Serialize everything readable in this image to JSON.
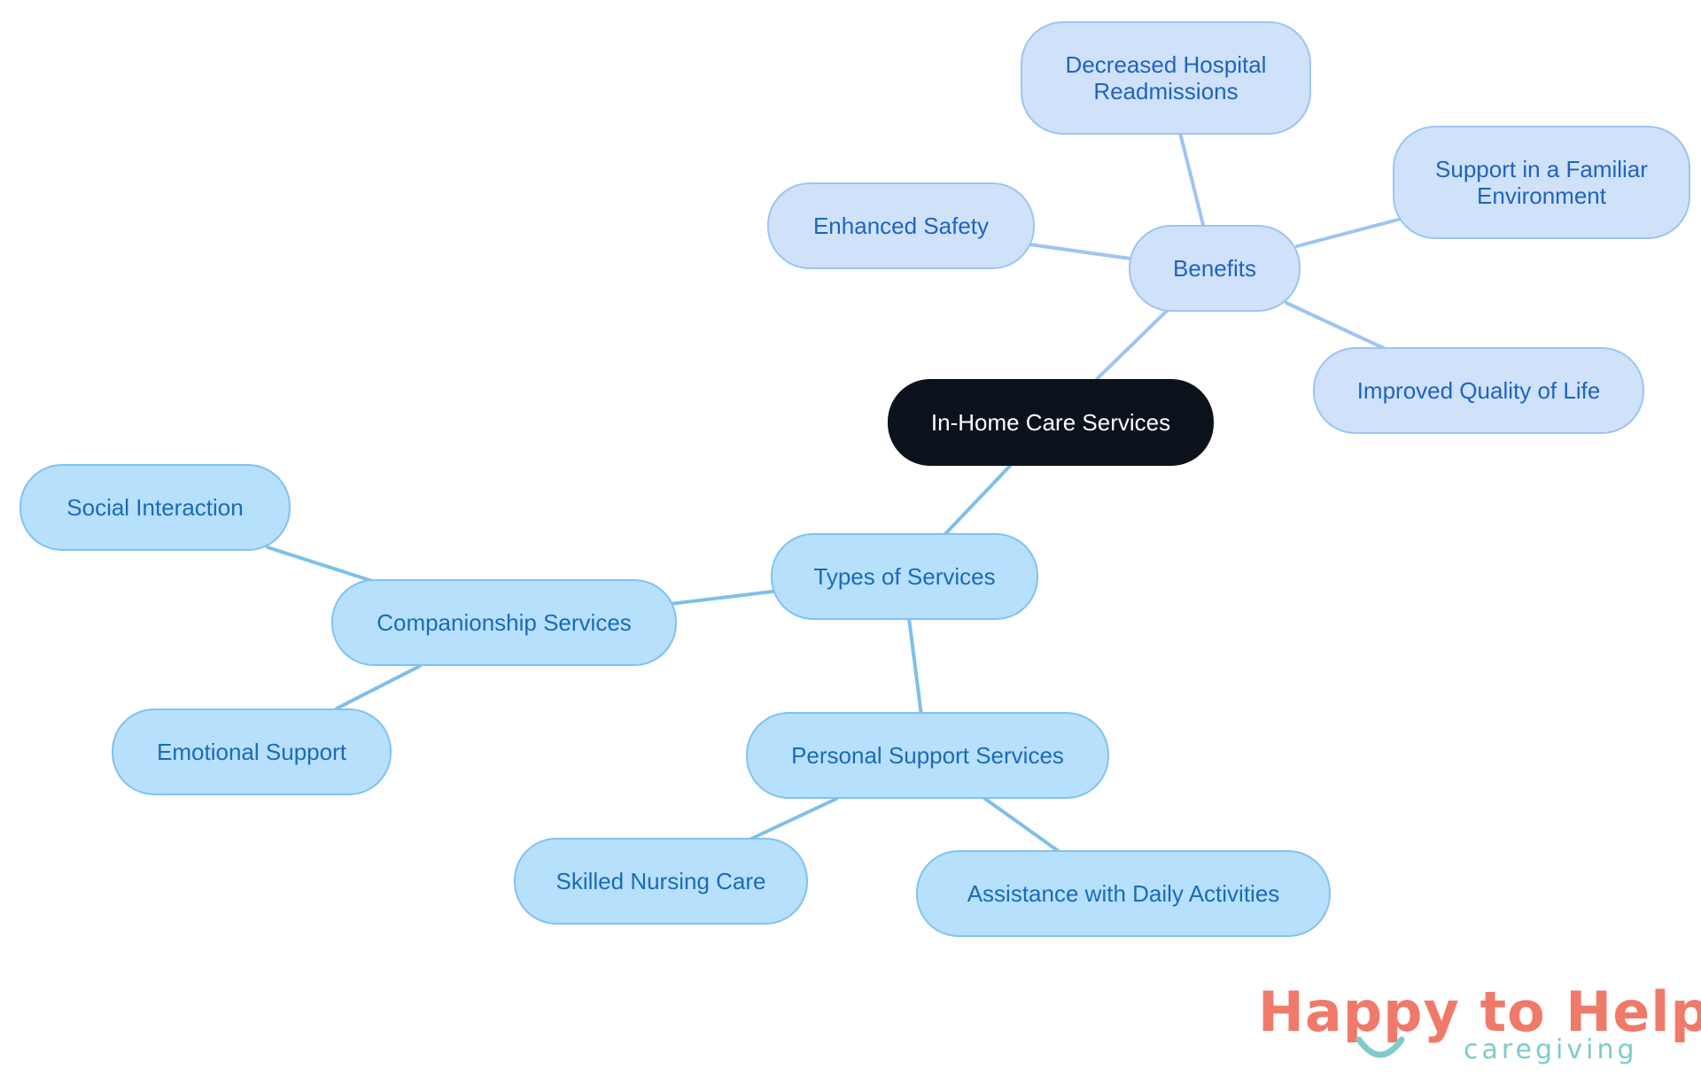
{
  "diagram": {
    "root": {
      "label": "In-Home Care Services"
    },
    "benefits": {
      "label": "Benefits",
      "children": [
        {
          "label": "Decreased Hospital Readmissions"
        },
        {
          "label": "Support in a Familiar Environment"
        },
        {
          "label": "Enhanced Safety"
        },
        {
          "label": "Improved Quality of Life"
        }
      ]
    },
    "types": {
      "label": "Types of Services",
      "companionship": {
        "label": "Companionship Services",
        "children": [
          {
            "label": "Social Interaction"
          },
          {
            "label": "Emotional Support"
          }
        ]
      },
      "personal": {
        "label": "Personal Support Services",
        "children": [
          {
            "label": "Skilled Nursing Care"
          },
          {
            "label": "Assistance with Daily Activities"
          }
        ]
      }
    }
  },
  "logo": {
    "main": "Happy to Help",
    "sub": "caregiving"
  },
  "colors": {
    "root_fill": "#0b121b",
    "benefit_fill": "#cfe2fa",
    "benefit_text": "#1f63c0",
    "service_fill": "#b7e0fd",
    "service_text": "#1a6bb8",
    "benefit_edge": "#9ec4f2",
    "service_edge": "#7fbfea",
    "logo_coral": "#f07a6a",
    "logo_teal": "#7ecbcb"
  }
}
